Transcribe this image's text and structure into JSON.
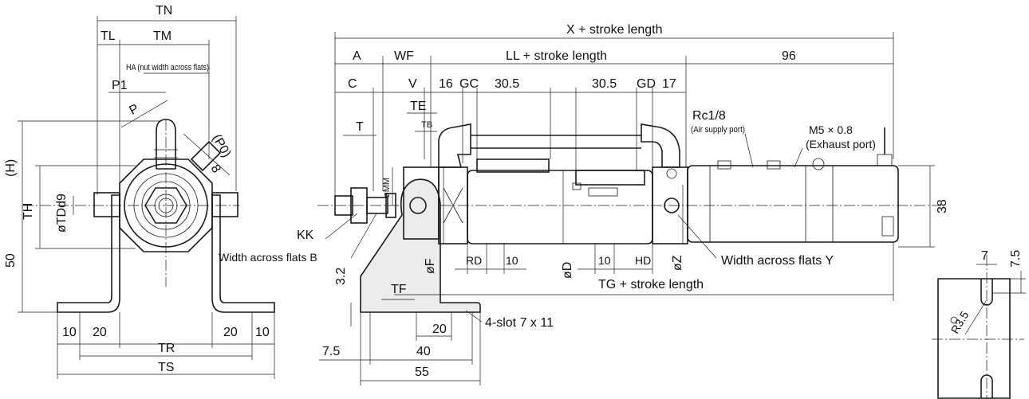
{
  "front_view": {
    "top": [
      "TN",
      "TL",
      "TM"
    ],
    "ha_note": "HA (nut width across flats)",
    "p1": "P1",
    "p": "P",
    "p0": "(P0)",
    "eight": "8",
    "h": "(H)",
    "th": "TH",
    "td": "øTDd9",
    "fifty": "50",
    "bottom_left": [
      "10",
      "20"
    ],
    "bottom_right": [
      "20",
      "10"
    ],
    "tr": "TR",
    "ts": "TS"
  },
  "side_view": {
    "x_stroke": "X + stroke length",
    "a": "A",
    "wf": "WF",
    "ll_stroke": "LL + stroke length",
    "ninety_six": "96",
    "c": "C",
    "v": "V",
    "sixteen": "16",
    "gc": "GC",
    "thirty_a": "30.5",
    "thirty_b": "30.5",
    "gd": "GD",
    "seventeen": "17",
    "te": "TE",
    "tb": "TB",
    "t": "T",
    "mm": "øMM",
    "rc": "Rc1/8",
    "air": "(Air supply port)",
    "m5": "M5 × 0.8",
    "exhaust": "(Exhaust port)",
    "thirty_eight": "38",
    "kk": "KK",
    "width_b": "Width across flats B",
    "rd": "RD",
    "ten_a": "10",
    "od": "øD",
    "ten_b": "10",
    "hd": "HD",
    "oz": "øZ",
    "of": "øF",
    "width_y": "Width across flats Y",
    "three_two": "3.2",
    "tf": "TF",
    "tg_stroke": "TG + stroke length",
    "twenty": "20",
    "slot": "4-slot 7 x 11",
    "seven_five": "7.5",
    "forty": "40",
    "fifty_five": "55"
  },
  "slot_view": {
    "seven": "7",
    "seven_five": "7.5",
    "r": "R3.5"
  }
}
